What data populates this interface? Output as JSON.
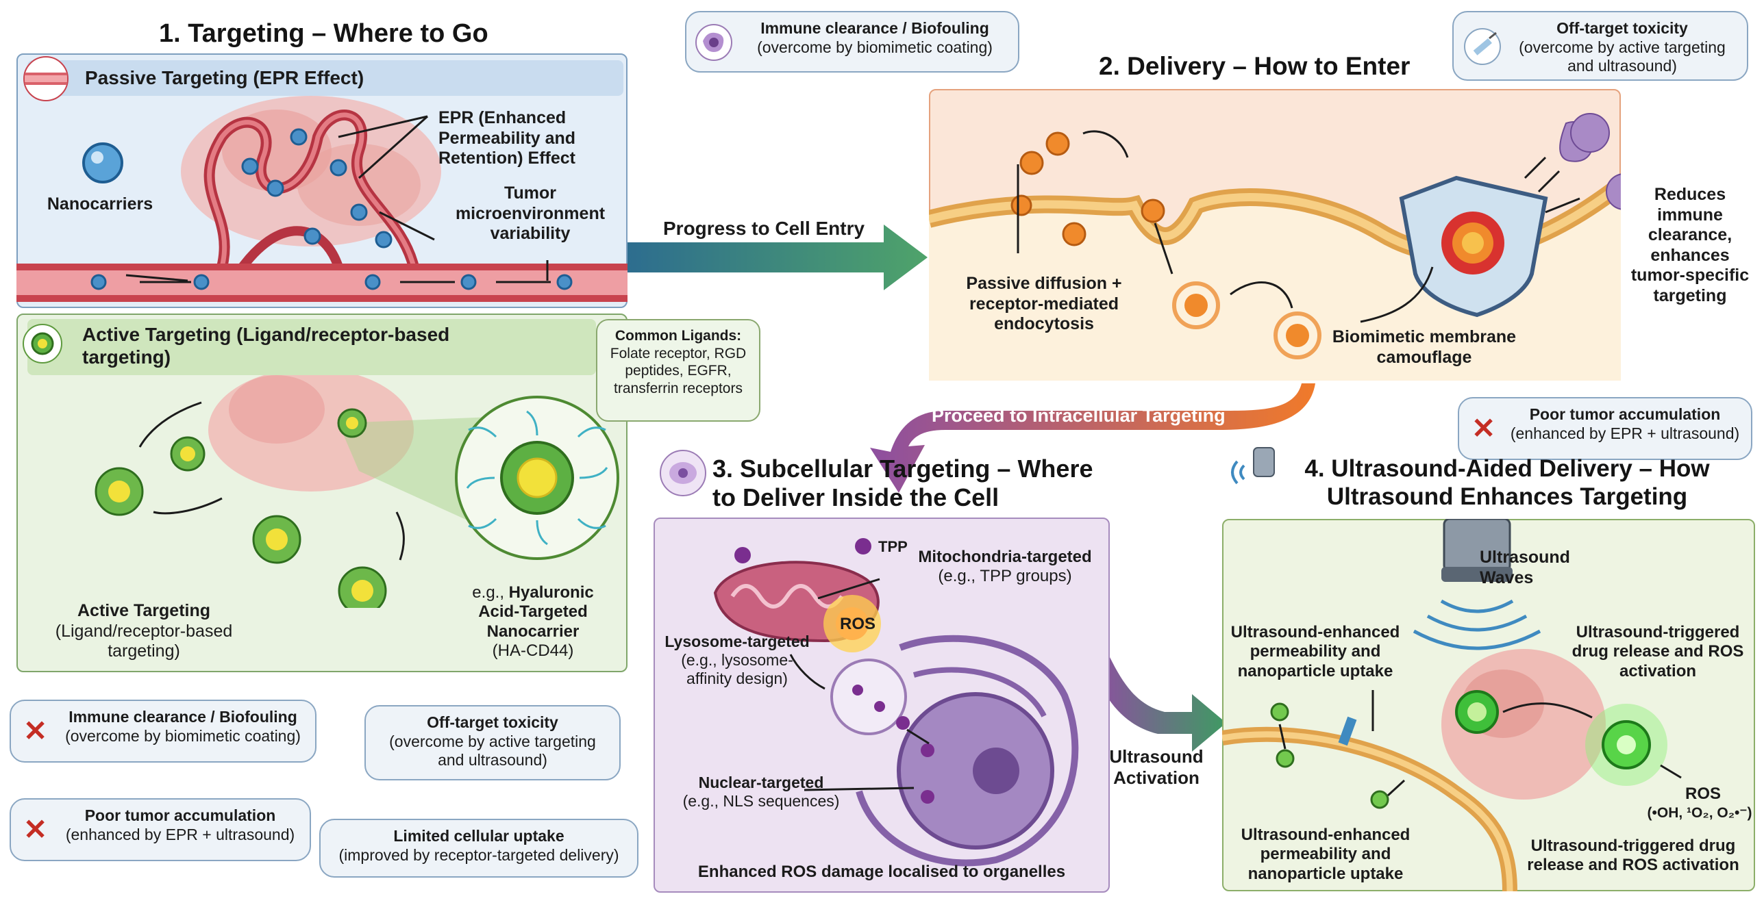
{
  "section1": {
    "title": "1. Targeting – Where to Go",
    "passive_header": "Passive Targeting (EPR Effect)",
    "epr_label": "EPR (Enhanced Permeability and Retention) Effect",
    "nanocarriers_label": "Nanocarriers",
    "tumor_micro_label": "Tumor microenvironment variability",
    "active_header": "Active Targeting (Ligand/receptor-based targeting)",
    "common_ligands_title": "Common Ligands:",
    "common_ligands_body": "Folate receptor, RGD peptides, EGFR, transferrin receptors",
    "active_title": "Active Targeting",
    "active_sub": "(Ligand/receptor-based targeting)",
    "ha_label_1": "e.g., ",
    "ha_label_bold": "Hyaluronic Acid-Targeted Nanocarrier",
    "ha_label_2": "(HA-CD44)"
  },
  "arrows": {
    "progress_cell_entry": "Progress to Cell Entry",
    "proceed_intracellular": "Proceed to Intracellular Targeting",
    "ultrasound_activation": "Ultrasound Activation"
  },
  "section2": {
    "title": "2. Delivery – How to Enter",
    "passive_diffusion": "Passive diffusion + receptor-mediated endocytosis",
    "biomimetic": "Biomimetic membrane camouflage",
    "reduces": "Reduces immune clearance, enhances tumor-specific targeting"
  },
  "section3": {
    "title": "3. Subcellular Targeting – Where to Deliver Inside the Cell",
    "tpp": "TPP",
    "ros": "ROS",
    "mito_title": "Mitochondria-targeted",
    "mito_sub": "(e.g., TPP groups)",
    "lyso_title": "Lysosome-targeted",
    "lyso_sub": "(e.g., lysosome-affinity design)",
    "nuclear_title": "Nuclear-targeted",
    "nuclear_sub": "(e.g., NLS sequences)",
    "footer": "Enhanced ROS damage localised to organelles"
  },
  "section4": {
    "title": "4. Ultrasound-Aided Delivery – How Ultrasound Enhances Targeting",
    "ultrasound_waves": "Ultrasound Waves",
    "enhanced_top": "Ultrasound-enhanced permeability and nanoparticle uptake",
    "triggered_top": "Ultrasound-triggered drug release and ROS activation",
    "ros_label": "ROS",
    "ros_species": "(•OH, ¹O₂, O₂•⁻)",
    "enhanced_bottom": "Ultrasound-enhanced permeability and nanoparticle uptake",
    "triggered_bottom": "Ultrasound-triggered drug release and ROS activation"
  },
  "challenges": {
    "immune_title": "Immune clearance / Biofouling",
    "immune_sub": "(overcome by biomimetic coating)",
    "offtarget_title": "Off-target toxicity",
    "offtarget_sub": "(overcome by active targeting and ultrasound)",
    "poor_title": "Poor tumor accumulation",
    "poor_sub": "(enhanced by EPR + ultrasound)",
    "poor_sub_left": "(enhanced by EPR + ultrasound)",
    "limited_title": "Limited cellular uptake",
    "limited_sub": "(improved by receptor-targeted delivery)"
  },
  "icons": [
    "blood-vessel-icon",
    "nanoparticle-icon",
    "cell-icon",
    "syringe-icon",
    "ultrasound-probe-icon",
    "x-mark-icon",
    "shield-icon",
    "macrophage-icon",
    "mitochondria-icon",
    "lysosome-icon",
    "nucleus-icon"
  ],
  "colors": {
    "passive_panel": "#e4eef8",
    "active_panel": "#eaf3e2",
    "delivery_panel": "#fbe6d8",
    "subcellular_panel": "#ede2f2",
    "ultrasound_panel": "#eef4e2",
    "bubble_bg": "#eef3f8",
    "x_mark": "#c42d24",
    "nanoparticle": "#4a90c8",
    "vessel": "#c8434e"
  }
}
